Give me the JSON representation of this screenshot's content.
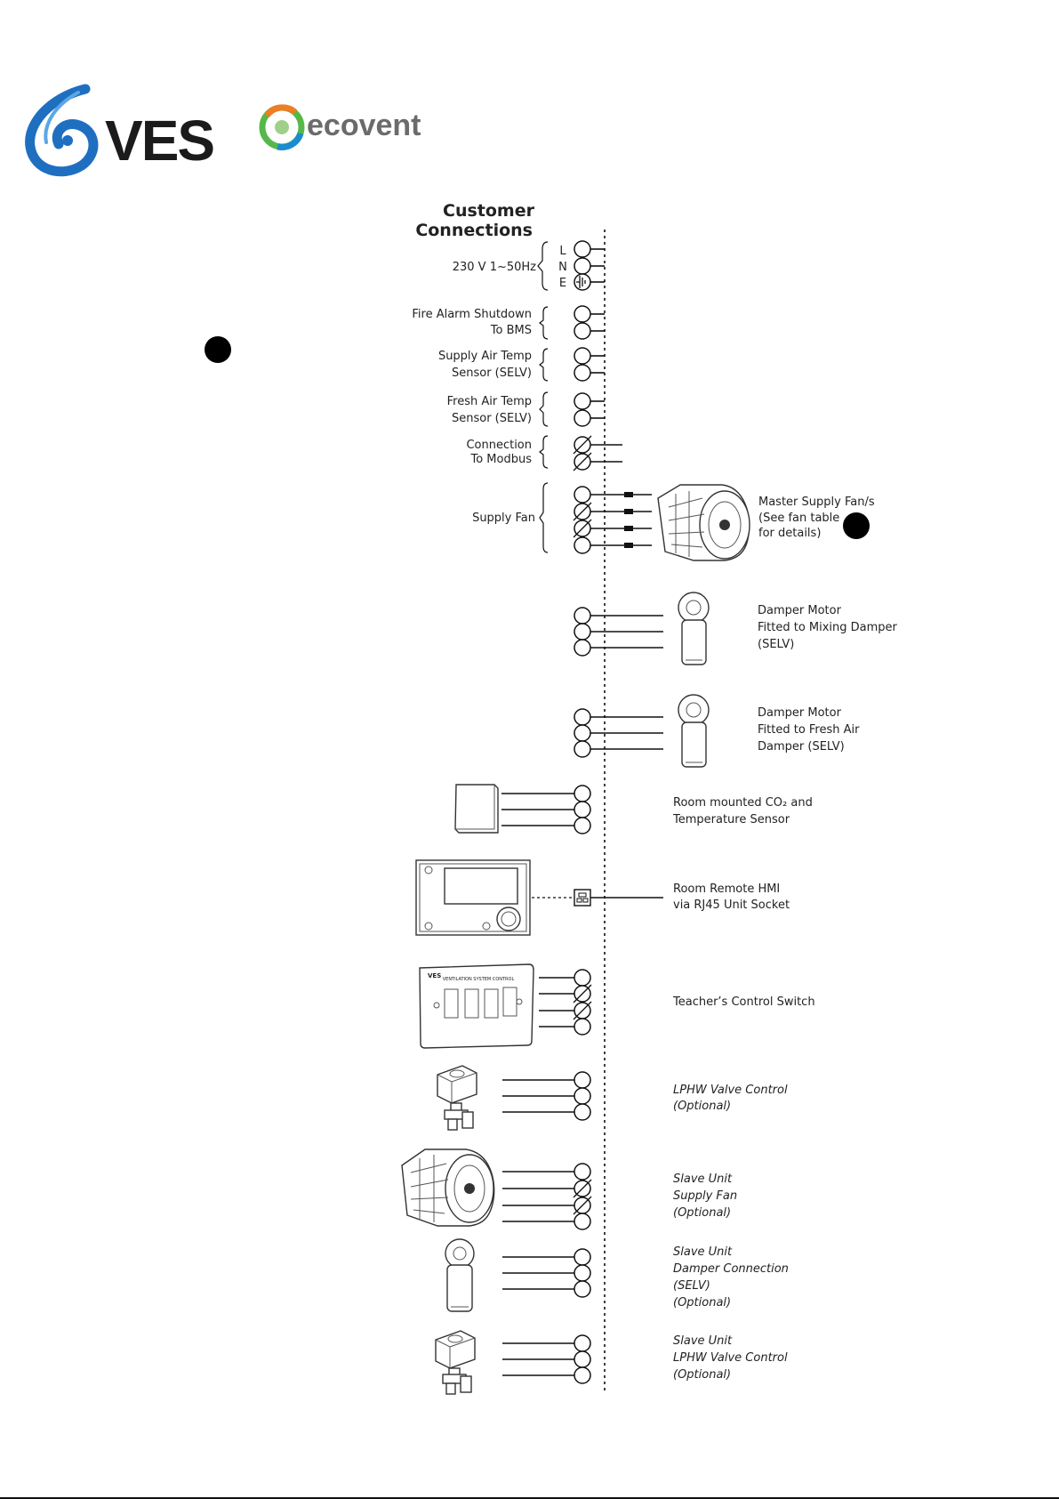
{
  "brand": {
    "ves_logo_text": "VES",
    "ecovent_logo_text": "ecovent",
    "colors": {
      "ves_blue": "#1f6fc1",
      "ves_dark": "#1b1b1b",
      "eco_green": "#55b848",
      "eco_orange": "#ee7d23",
      "eco_blue": "#1a8ccf",
      "eco_gray": "#6b6b6b"
    }
  },
  "diagram": {
    "title_line1": "Customer",
    "title_line2": "Connections",
    "power": {
      "label": "230 V 1~50Hz",
      "l": "L",
      "n": "N",
      "e": "E"
    },
    "fire_alarm": {
      "line1": "Fire Alarm Shutdown",
      "line2": "To BMS"
    },
    "supply_air_temp": {
      "line1": "Supply Air Temp",
      "line2": "Sensor (SELV)"
    },
    "fresh_air_temp": {
      "line1": "Fresh Air Temp",
      "line2": "Sensor (SELV)"
    },
    "modbus": {
      "line1": "Connection",
      "line2": "To Modbus"
    },
    "supply_fan": {
      "label": "Supply Fan"
    },
    "master_fan": {
      "line1": "Master Supply Fan/s",
      "line2": "(See fan table",
      "line3": "for details)"
    },
    "damper_mixing": {
      "line1": "Damper Motor",
      "line2": "Fitted to Mixing Damper",
      "line3": "(SELV)"
    },
    "damper_fresh": {
      "line1": "Damper Motor",
      "line2": "Fitted to Fresh Air",
      "line3": "Damper (SELV)"
    },
    "co2_sensor": {
      "line1": "Room mounted CO₂ and",
      "line2": "Temperature Sensor"
    },
    "hmi": {
      "line1": "Room Remote HMI",
      "line2": "via RJ45 Unit Socket"
    },
    "teacher_switch": {
      "label": "Teacher’s Control Switch",
      "panel_title": "VENTILATION SYSTEM CONTROL",
      "panel_brand": "VES"
    },
    "lphw_valve": {
      "line1": "LPHW Valve Control",
      "line2": "(Optional)"
    },
    "slave_fan": {
      "line1": "Slave Unit",
      "line2": "Supply Fan",
      "line3": "(Optional)"
    },
    "slave_damper": {
      "line1": "Slave Unit",
      "line2": "Damper Connection",
      "line3": "(SELV)",
      "line4": "(Optional)"
    },
    "slave_lphw": {
      "line1": "Slave Unit",
      "line2": "LPHW Valve Control",
      "line3": "(Optional)"
    }
  }
}
